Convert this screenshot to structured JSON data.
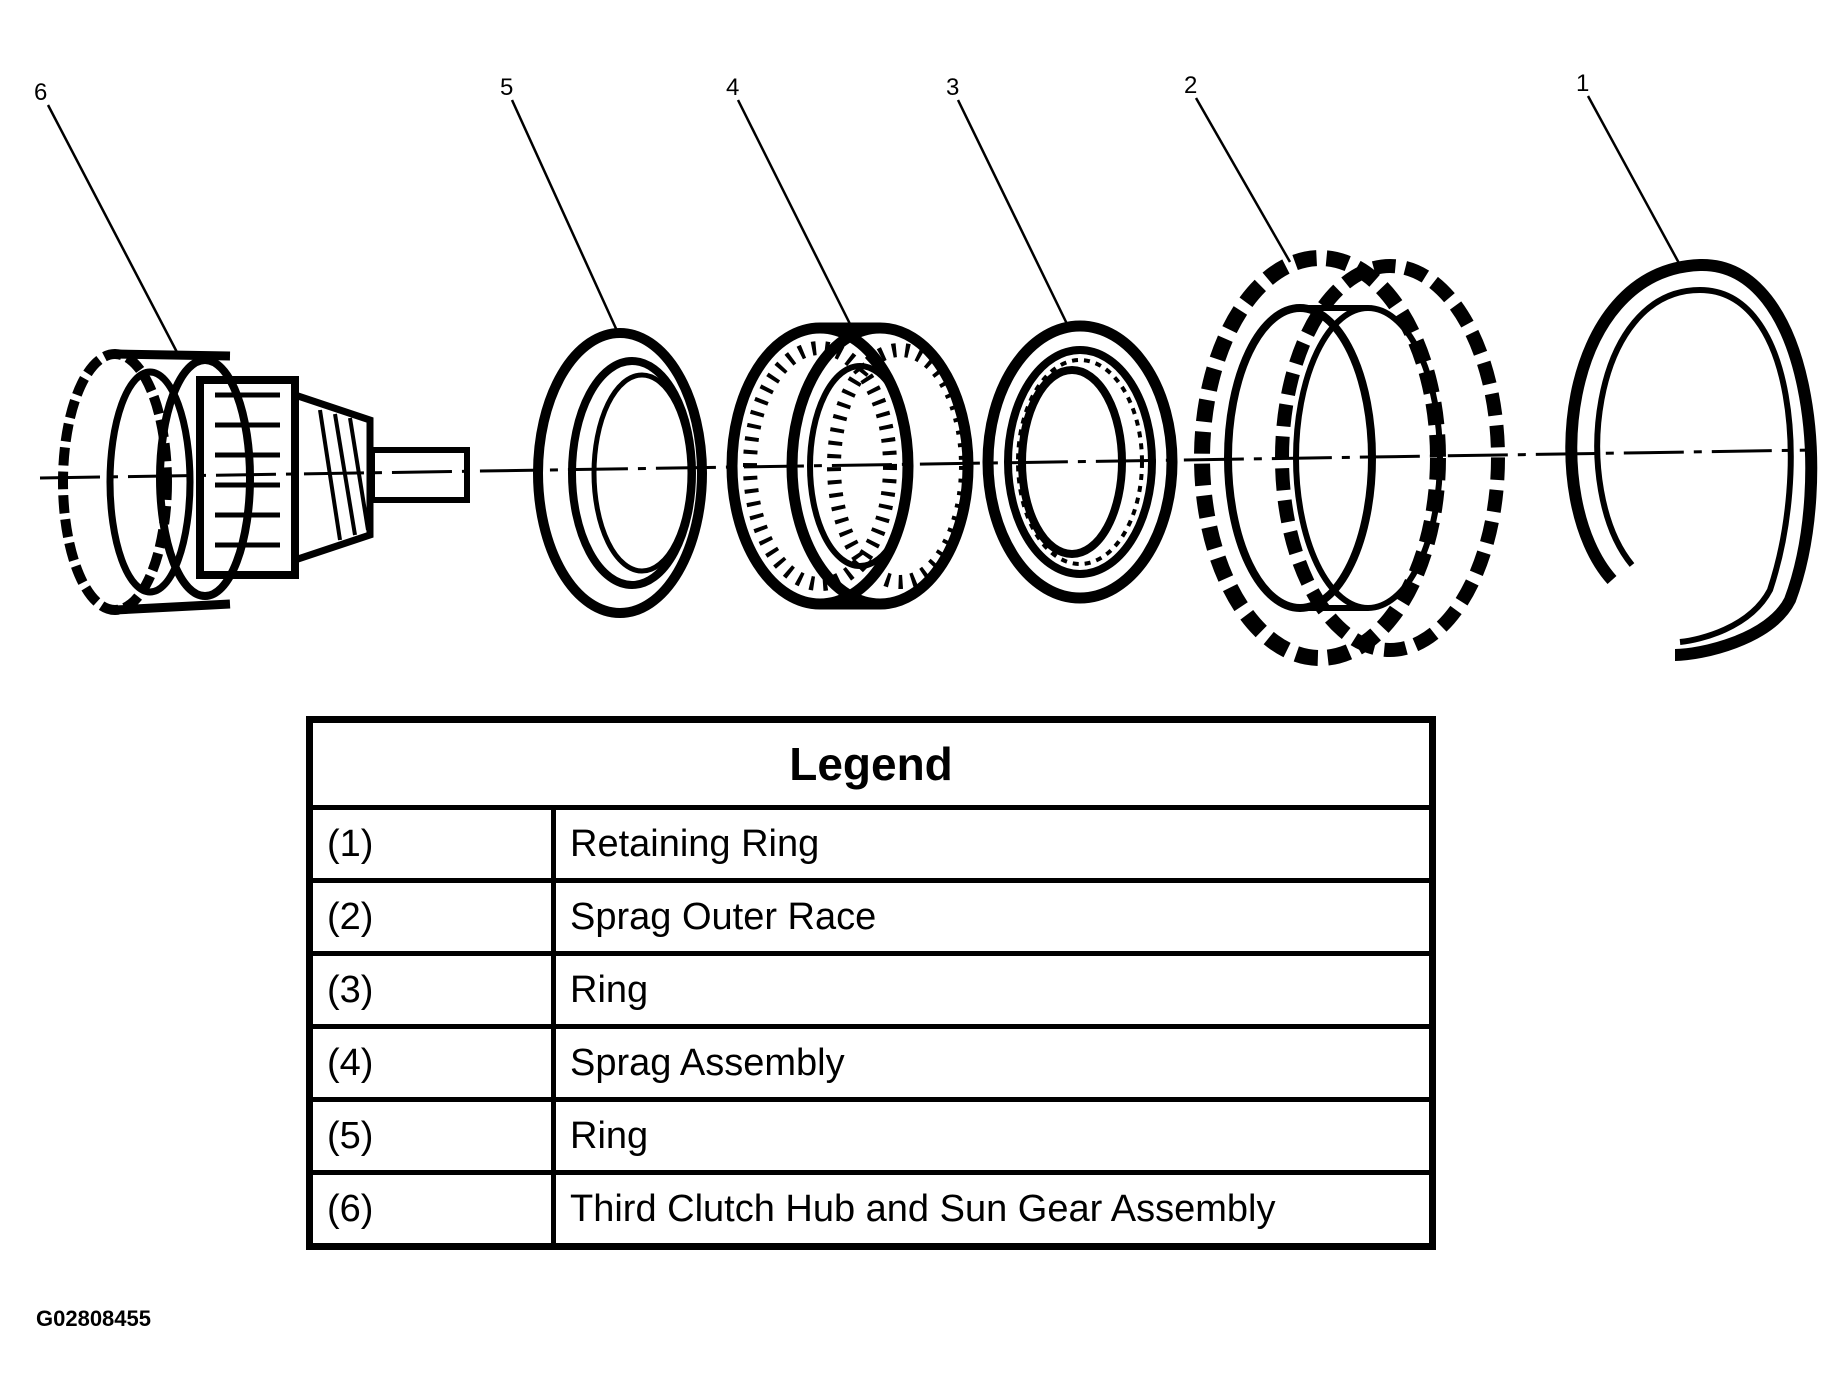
{
  "callouts": [
    "1",
    "2",
    "3",
    "4",
    "5",
    "6"
  ],
  "legend": {
    "title": "Legend",
    "rows": [
      {
        "num": "(1)",
        "label": "Retaining Ring"
      },
      {
        "num": "(2)",
        "label": "Sprag Outer Race"
      },
      {
        "num": "(3)",
        "label": "Ring"
      },
      {
        "num": "(4)",
        "label": "Sprag Assembly"
      },
      {
        "num": "(5)",
        "label": "Ring"
      },
      {
        "num": "(6)",
        "label": "Third Clutch Hub and Sun Gear Assembly"
      }
    ]
  },
  "figure_code": "G02808455"
}
